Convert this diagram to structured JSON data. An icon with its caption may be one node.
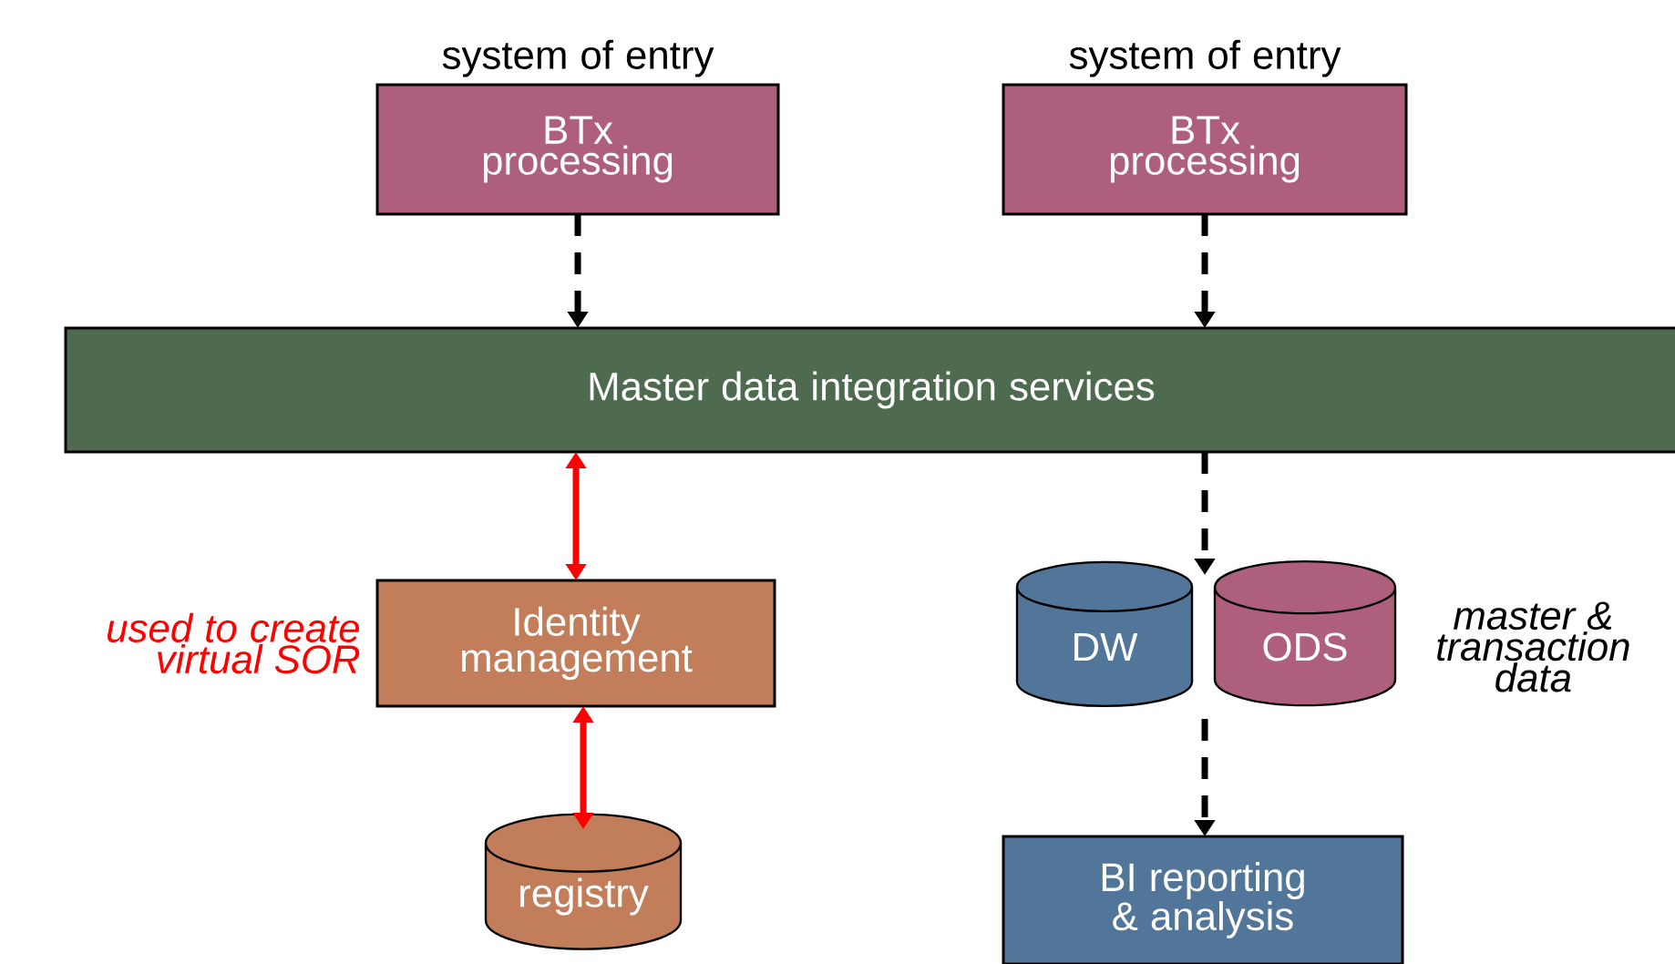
{
  "diagram": {
    "nodes": [
      {
        "text": [
          "system of entry",
          "BTx processing"
        ]
      },
      {
        "text": [
          "system of entry",
          "BTx processing"
        ]
      },
      {
        "text": [
          "Master data integration services"
        ]
      },
      {
        "text": [
          "Identity management"
        ],
        "beside": [
          "used to create virtual SOR"
        ]
      },
      {
        "text": [
          "DW"
        ]
      },
      {
        "text": [
          "ODS"
        ],
        "beside": [
          "master & transaction data"
        ]
      },
      {
        "text": [
          "registry"
        ]
      },
      {
        "text": [
          "BI reporting & analysis"
        ]
      }
    ],
    "edges": [
      {
        "from": 0,
        "to": 2,
        "arrow": "to",
        "style": "dashed"
      },
      {
        "from": 1,
        "to": 2,
        "arrow": "to",
        "style": "dashed"
      },
      {
        "from": 2,
        "to": 3,
        "arrow": "both",
        "color": "#ff0000"
      },
      {
        "from": 3,
        "to": 6,
        "arrow": "both",
        "color": "#ff0000"
      },
      {
        "from": 2,
        "to": 4,
        "arrow": "to",
        "style": "dashed"
      },
      {
        "from": 2,
        "to": 5,
        "arrow": "to",
        "style": "dashed"
      },
      {
        "from": 4,
        "to": 7,
        "arrow": "to",
        "style": "dashed"
      },
      {
        "from": 5,
        "to": 7,
        "arrow": "to",
        "style": "dashed"
      }
    ]
  }
}
